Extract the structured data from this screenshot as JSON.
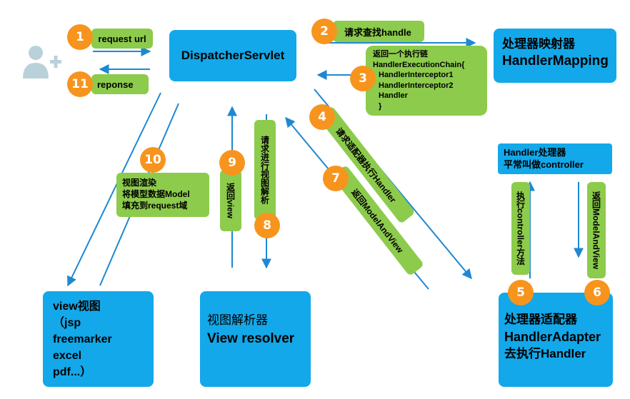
{
  "nodes": {
    "dispatcher": "DispatcherServlet",
    "handler_mapping": [
      "处理器映射器",
      "HandlerMapping"
    ],
    "handler_note": [
      "Handler处理器",
      "平常叫做controller"
    ],
    "handler_adapter": [
      "处理器适配器",
      "HandlerAdapter",
      "去执行Handler"
    ],
    "view_resolver": [
      "视图解析器",
      "View resolver"
    ],
    "view": [
      "view视图",
      "（jsp",
      "freemarker",
      "excel",
      "pdf...）"
    ]
  },
  "steps": [
    {
      "num": "1",
      "label": "request url"
    },
    {
      "num": "2",
      "label": "请求查找handle"
    },
    {
      "num": "3",
      "label": [
        "返回一个执行链",
        "HandlerExecutionChain{",
        "  HandlerInterceptor1",
        "  HandlerInterceptor2",
        "  Handler",
        "}"
      ]
    },
    {
      "num": "4",
      "label": "请求适配器执行Handler"
    },
    {
      "num": "5",
      "label": "执行controller方法"
    },
    {
      "num": "6",
      "label": "返回ModelAndView"
    },
    {
      "num": "7",
      "label": "返回ModelAndView"
    },
    {
      "num": "8",
      "label": "请求进行视图解析"
    },
    {
      "num": "9",
      "label": "返回view"
    },
    {
      "num": "10",
      "label": [
        "视图渲染",
        "将模型数据Model",
        "填充到request域"
      ]
    },
    {
      "num": "11",
      "label": "reponse"
    }
  ],
  "icons": {
    "user": "user-add-icon"
  },
  "colors": {
    "box": "#13A8E9",
    "label": "#8DCB4C",
    "step": "#F7941D",
    "arrow": "#1E88D2"
  }
}
